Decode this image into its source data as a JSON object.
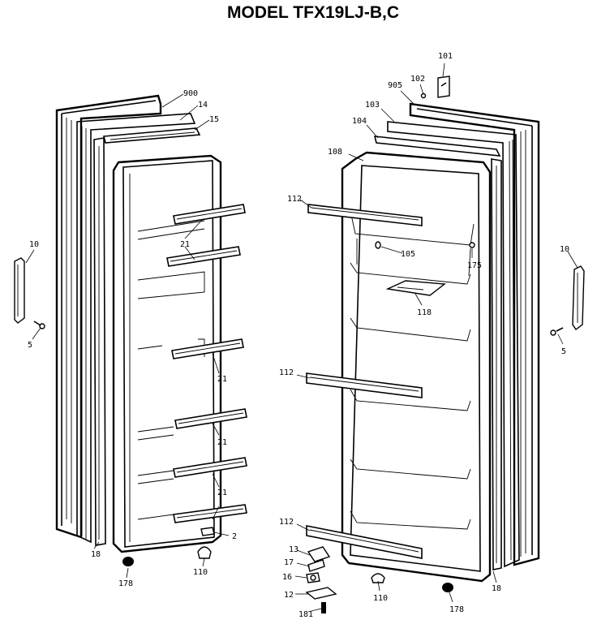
{
  "title": "MODEL TFX19LJ-B,C",
  "labels": {
    "l900": "900",
    "l14": "14",
    "l15": "15",
    "l10_left": "10",
    "l5_left": "5",
    "l21_a": "21",
    "l21_b": "21",
    "l21_c": "21",
    "l21_d": "21",
    "l2": "2",
    "l18_left": "18",
    "l178_left": "178",
    "l110_left": "110",
    "l101": "101",
    "l102": "102",
    "l905": "905",
    "l103": "103",
    "l104": "104",
    "l108": "108",
    "l112_a": "112",
    "l105": "105",
    "l175": "175",
    "l118": "118",
    "l112_b": "112",
    "l112_c": "112",
    "l10_right": "10",
    "l5_right": "5",
    "l13": "13",
    "l17": "17",
    "l16": "16",
    "l12": "12",
    "l181": "181",
    "l110_right": "110",
    "l178_right": "178",
    "l18_right": "18"
  }
}
